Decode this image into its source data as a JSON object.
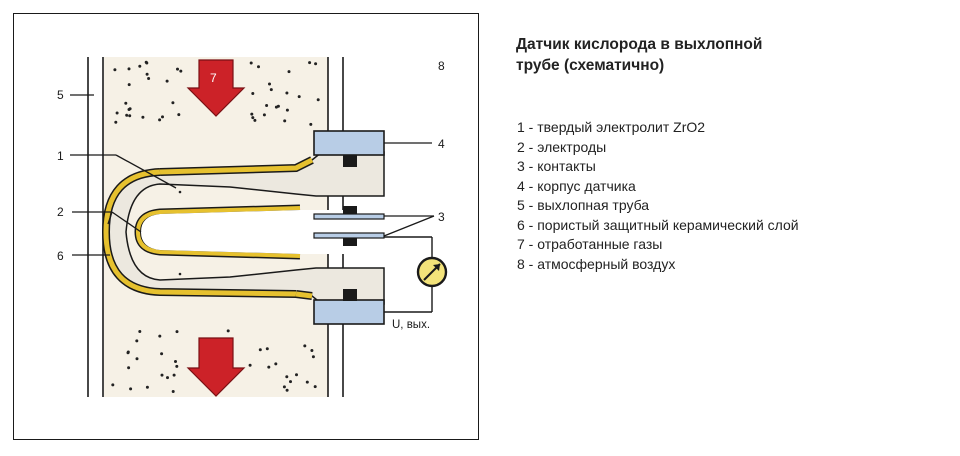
{
  "diagram": {
    "callouts": {
      "c1": "1",
      "c2": "2",
      "c3": "3",
      "c4": "4",
      "c5": "5",
      "c6": "6",
      "c7": "7",
      "c8": "8"
    },
    "voltage_label": "U, вых.",
    "colors": {
      "panel_border": "#1a1a1a",
      "exhaust_gas": "#f6f1e6",
      "ceramic": "#ece8df",
      "electrode": "#e6c12f",
      "housing": "#b8cde6",
      "arrow": "#cc2228",
      "dots": "#222222"
    }
  },
  "title": {
    "line1": "Датчик кислорода в выхлопной",
    "line2": "трубе (схематично)"
  },
  "legend": [
    "1 - твердый электролит ZrO2",
    "2 - электроды",
    "3 - контакты",
    "4 - корпус датчика",
    "5 - выхлопная труба",
    "6 - пористый защитный керамический слой",
    "7 - отработанные газы",
    "8 - атмосферный воздух"
  ]
}
